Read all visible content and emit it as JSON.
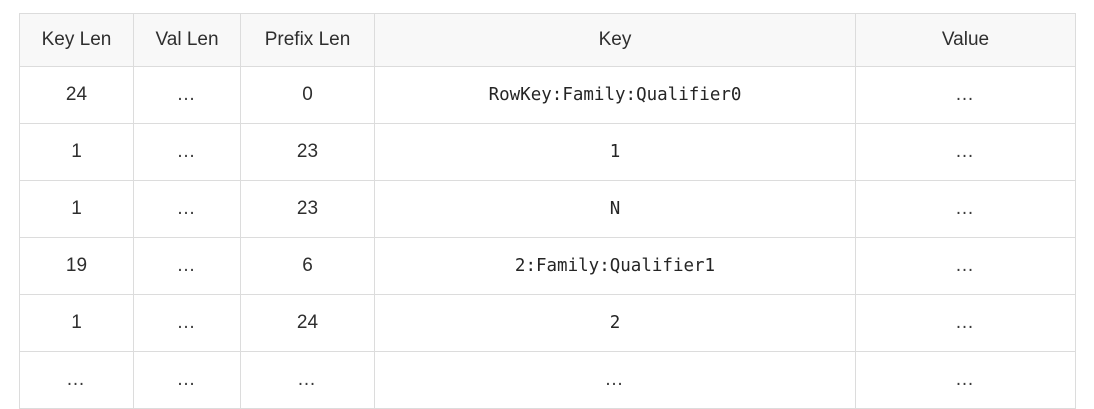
{
  "table": {
    "columns": [
      "Key Len",
      "Val Len",
      "Prefix Len",
      "Key",
      "Value"
    ],
    "rows": [
      [
        "24",
        "…",
        "0",
        "RowKey:Family:Qualifier0",
        "…"
      ],
      [
        "1",
        "…",
        "23",
        "1",
        "…"
      ],
      [
        "1",
        "…",
        "23",
        "N",
        "…"
      ],
      [
        "19",
        "…",
        "6",
        "2:Family:Qualifier1",
        "…"
      ],
      [
        "1",
        "…",
        "24",
        "2",
        "…"
      ],
      [
        "…",
        "…",
        "…",
        "…",
        "…"
      ]
    ]
  }
}
